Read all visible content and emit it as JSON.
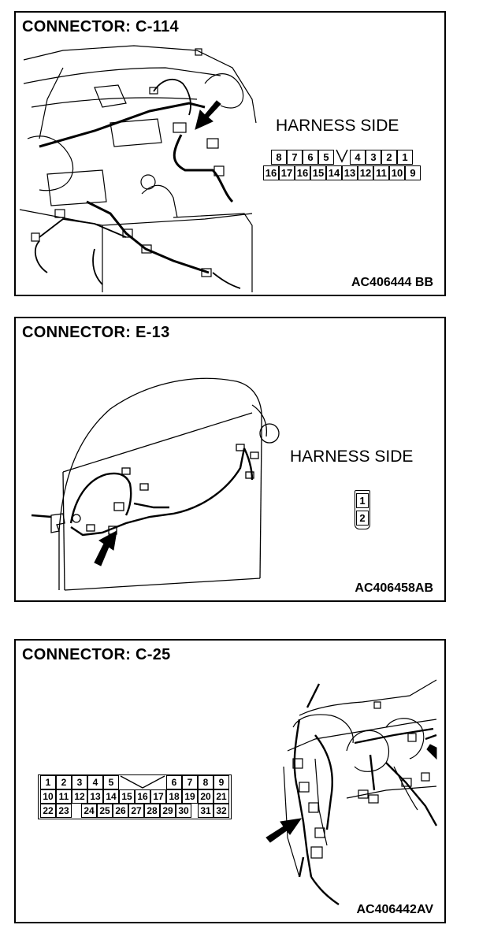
{
  "panels": [
    {
      "title": "CONNECTOR: C-114",
      "code": "AC406444 BB",
      "harness_label": "HARNESS SIDE",
      "connector": {
        "rows": [
          [
            "8",
            "7",
            "6",
            "5",
            "",
            "4",
            "3",
            "2",
            "1"
          ],
          [
            "16",
            "17",
            "16",
            "15",
            "14",
            "13",
            "12",
            "11",
            "10",
            "9"
          ]
        ]
      }
    },
    {
      "title": "CONNECTOR: E-13",
      "code": "AC406458AB",
      "harness_label": "HARNESS SIDE",
      "connector": {
        "rows": [
          [
            "1"
          ],
          [
            "2"
          ]
        ]
      }
    },
    {
      "title": "CONNECTOR: C-25",
      "code": "AC406442AV",
      "connector": {
        "rows": [
          [
            "1",
            "2",
            "3",
            "4",
            "5",
            "6",
            "7",
            "8",
            "9"
          ],
          [
            "10",
            "11",
            "12",
            "13",
            "14",
            "15",
            "16",
            "17",
            "18",
            "19",
            "20",
            "21"
          ],
          [
            "22",
            "23",
            "24",
            "25",
            "26",
            "27",
            "28",
            "29",
            "30",
            "31",
            "32"
          ]
        ]
      }
    }
  ]
}
